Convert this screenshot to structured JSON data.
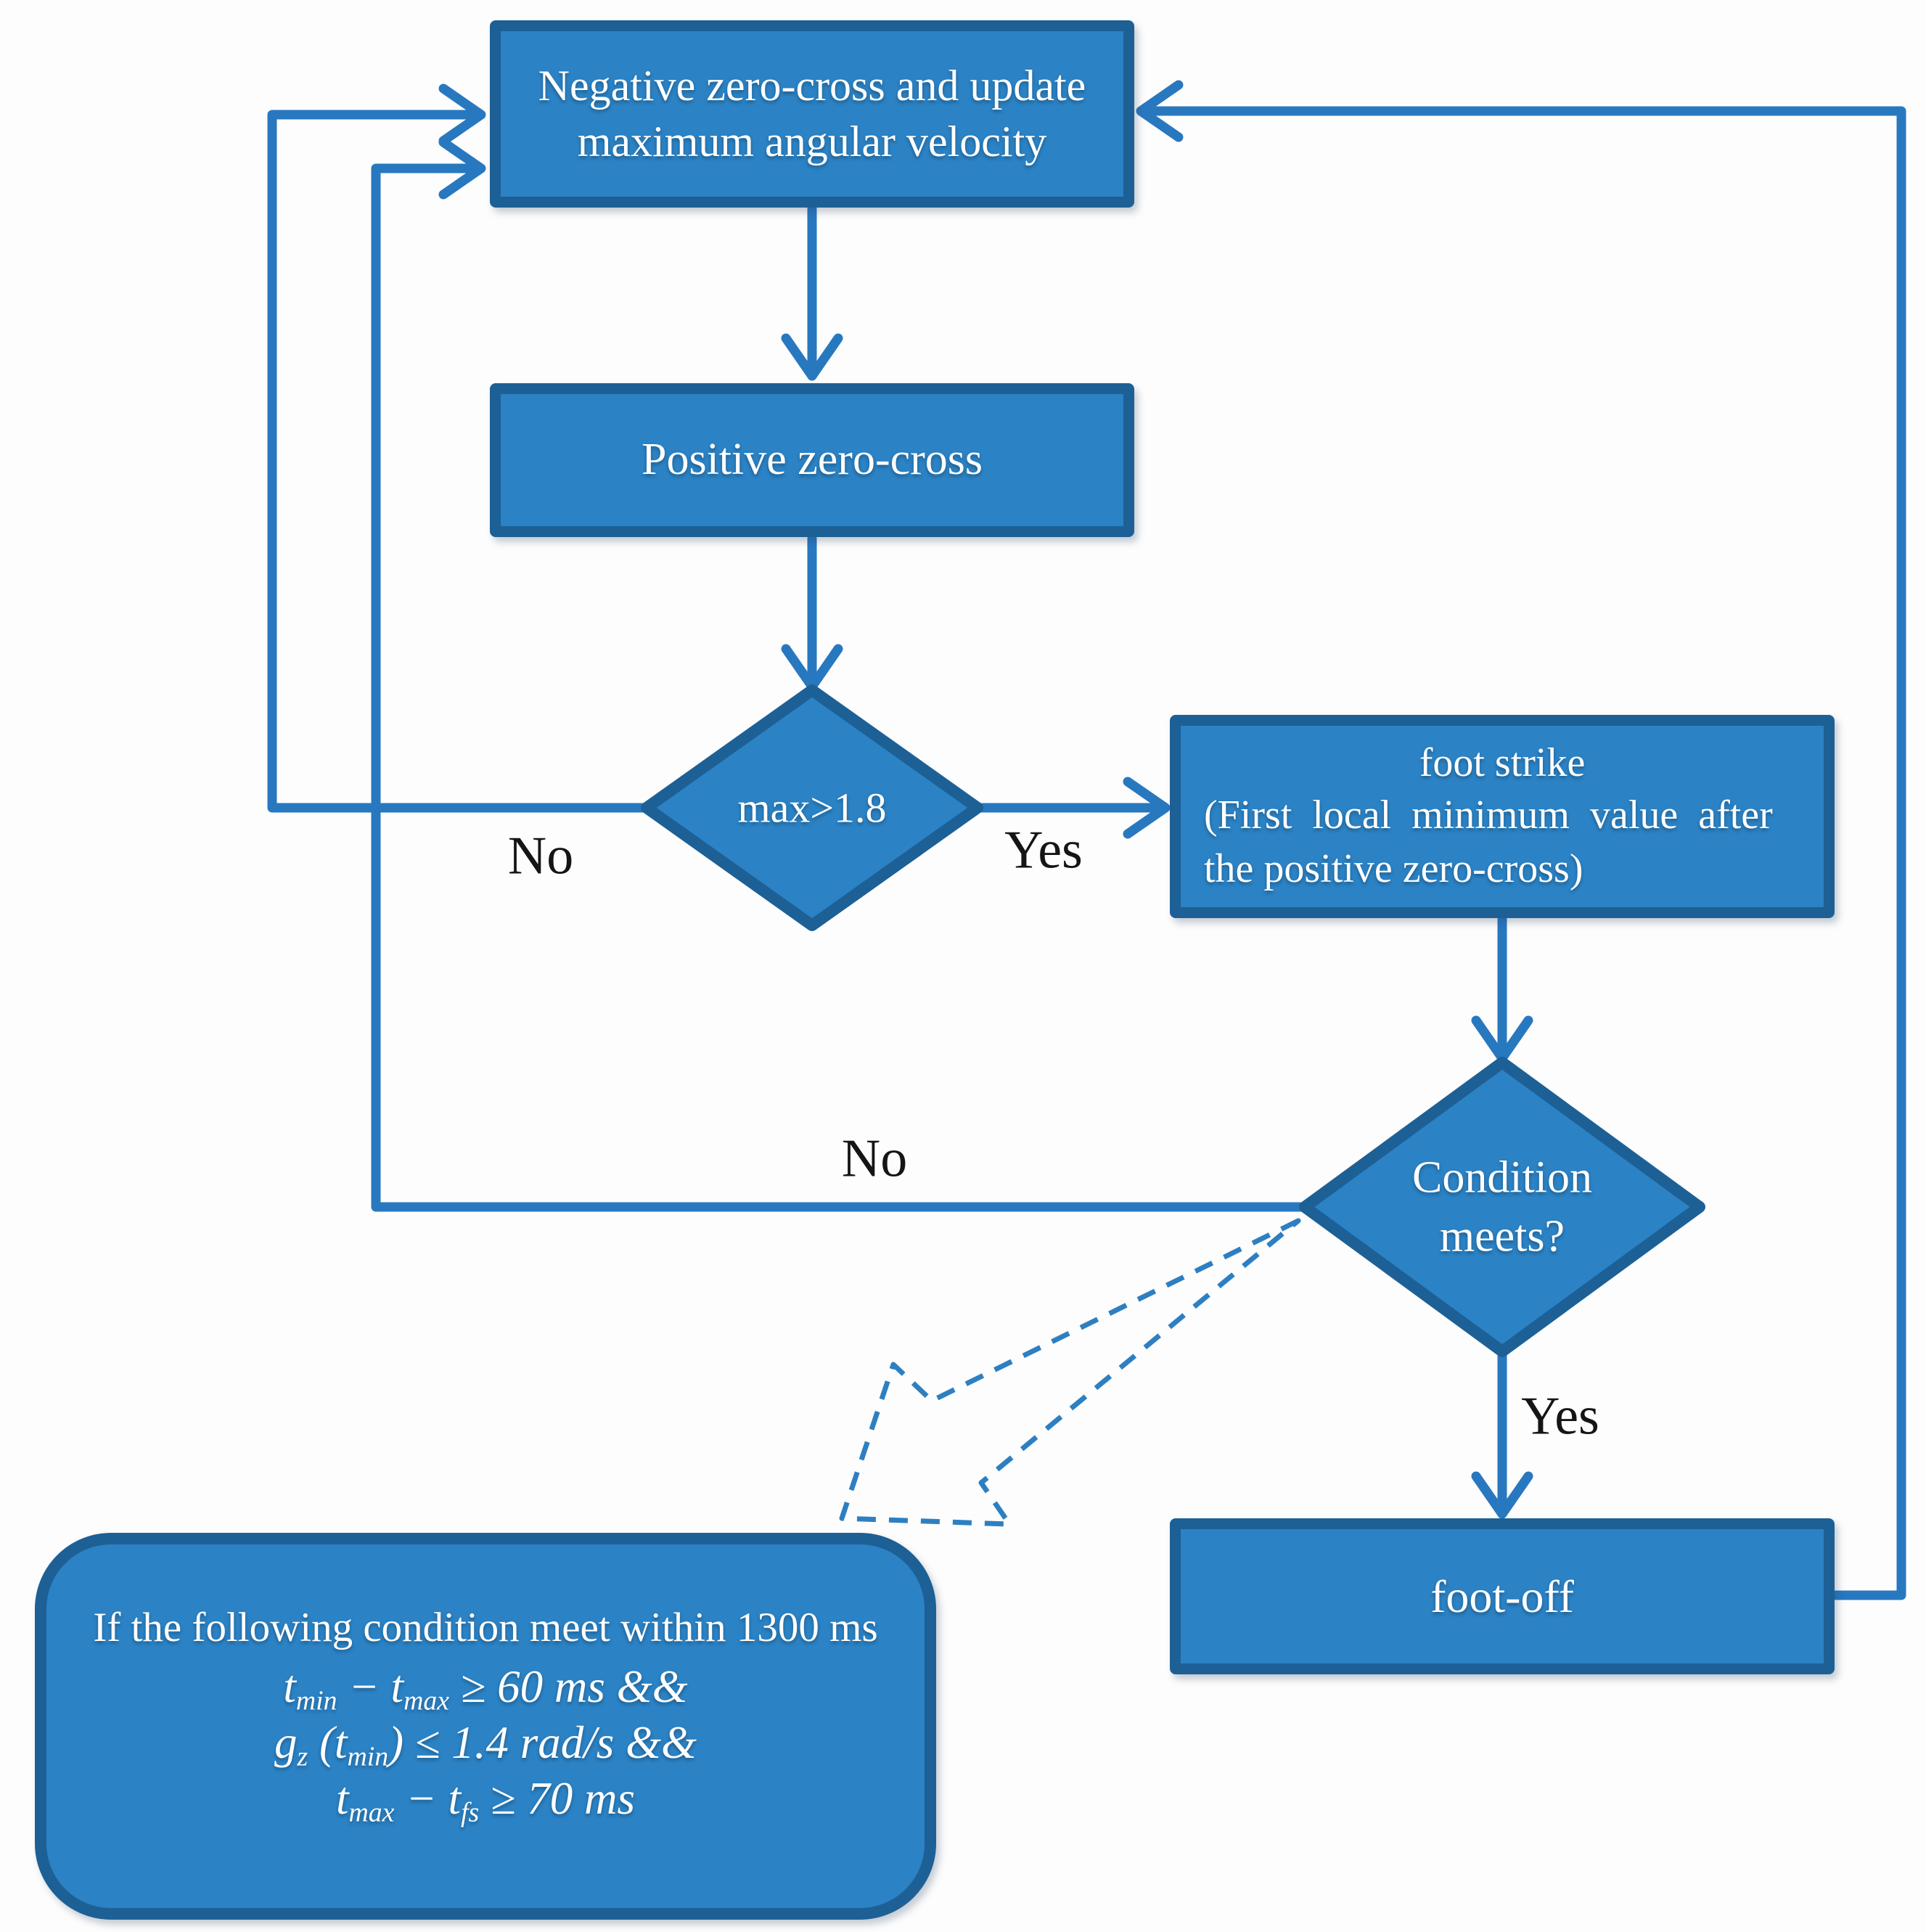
{
  "background": "#fdfdfd",
  "colors": {
    "shape_fill": "#2b82c4",
    "shape_border": "#1d6096",
    "connector": "#2878c0",
    "dashed_callout": "#2e7fc1",
    "node_text": "#ffffff",
    "branch_label_text": "#151515"
  },
  "nodes": {
    "process_top": {
      "line1": "Negative zero-cross and update",
      "line2": "maximum angular velocity"
    },
    "process_positive": {
      "label": "Positive zero-cross"
    },
    "decision_max": {
      "label": "max>1.8"
    },
    "foot_strike": {
      "title": "foot strike",
      "detail_line1": "(First local minimum value after",
      "detail_line2": "the positive zero-cross)"
    },
    "decision_condition": {
      "line1": "Condition",
      "line2": "meets?"
    },
    "foot_off": {
      "label": "foot-off"
    },
    "callout": {
      "line1": "If the following condition meet within 1300 ms",
      "line2": {
        "a": "t",
        "sub_a": "min",
        "b": " − t",
        "sub_b": "max",
        "c": " ≥ 60 ms &&"
      },
      "line3": {
        "a": "g",
        "sub_a": "z",
        "b": " (t",
        "sub_b": "min",
        "c": ") ≤ 1.4 rad/s &&"
      },
      "line4": {
        "a": "t",
        "sub_a": "max",
        "b": " − t",
        "sub_b": "fs",
        "c": " ≥ 70 ms"
      }
    }
  },
  "labels": {
    "max_no": "No",
    "max_yes": "Yes",
    "condition_no": "No",
    "condition_yes": "Yes"
  }
}
